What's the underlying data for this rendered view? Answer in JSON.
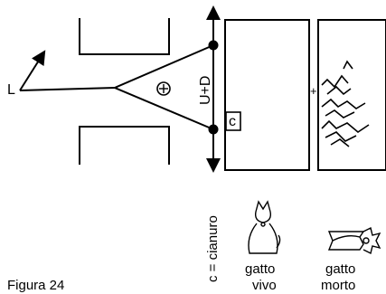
{
  "figure_caption": "Figura 24",
  "labels": {
    "L": "L",
    "phase_symbol": "⊕",
    "vertical_label": "U+D",
    "c_box": "c",
    "plus_sign": "+",
    "c_legend": "c = cianuro",
    "cat_alive_line1": "gatto",
    "cat_alive_line2": "vivo",
    "cat_dead_line1": "gatto",
    "cat_dead_line2": "morto"
  }
}
